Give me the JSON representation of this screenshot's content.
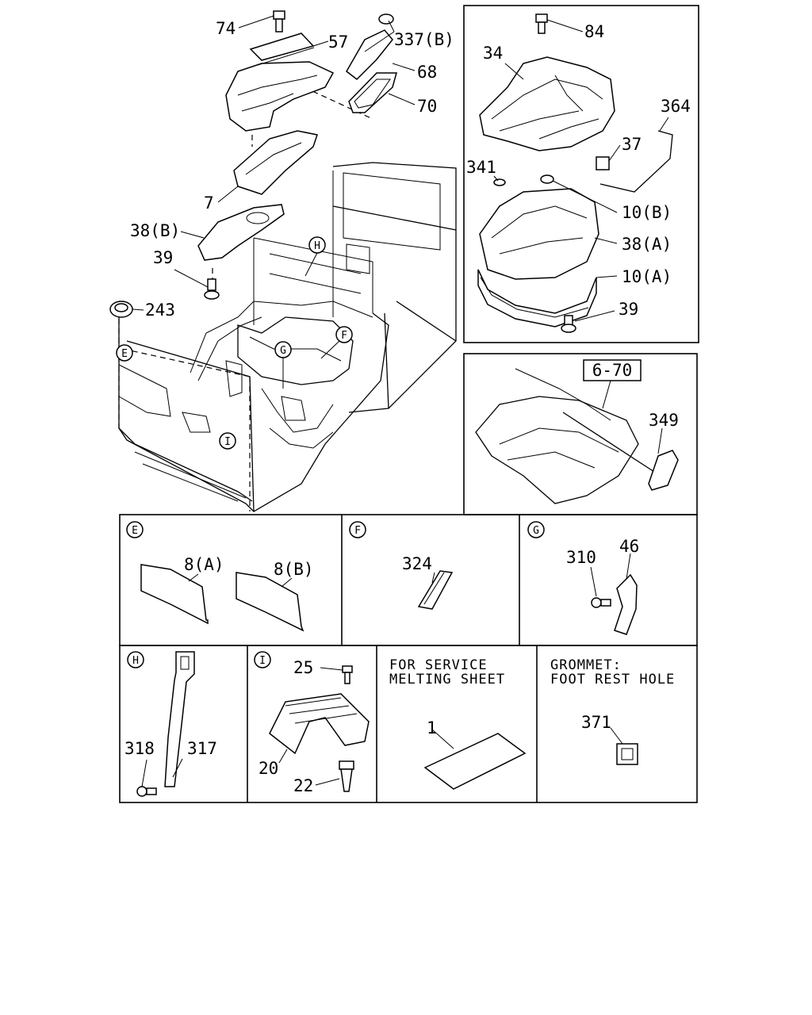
{
  "callouts": {
    "c74": "74",
    "c57": "57",
    "c337b": "337(B)",
    "c68": "68",
    "c70": "70",
    "c7": "7",
    "c38b": "38(B)",
    "c39a": "39",
    "c243": "243",
    "c84": "84",
    "c34": "34",
    "c364": "364",
    "c37": "37",
    "c341": "341",
    "c10b": "10(B)",
    "c38a": "38(A)",
    "c10a": "10(A)",
    "c39b": "39",
    "c349": "349",
    "c670": "6-70",
    "c8a": "8(A)",
    "c8b": "8(B)",
    "c324": "324",
    "c310": "310",
    "c46": "46",
    "c318": "318",
    "c317": "317",
    "c25": "25",
    "c20": "20",
    "c22": "22",
    "c1": "1",
    "c371": "371"
  },
  "section_markers": {
    "E": "E",
    "F": "F",
    "G": "G",
    "H": "H",
    "I": "I"
  },
  "captions": {
    "service_line1": "FOR SERVICE",
    "service_line2": "MELTING SHEET",
    "grommet_line1": "GROMMET:",
    "grommet_line2": "FOOT REST HOLE"
  }
}
